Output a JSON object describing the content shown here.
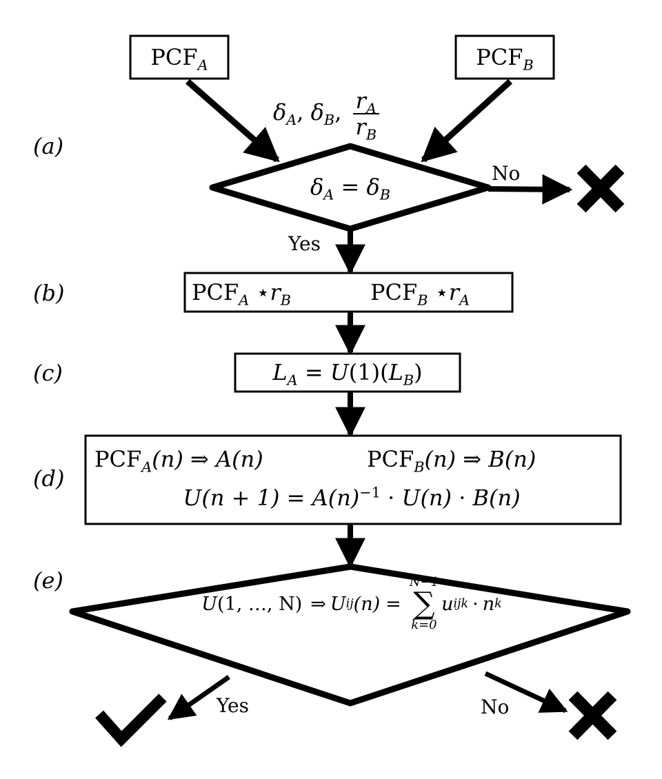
{
  "step_labels": {
    "a": "(a)",
    "b": "(b)",
    "c": "(c)",
    "d": "(d)",
    "e": "(e)"
  },
  "inputs": {
    "pcf_a": {
      "base": "PCF",
      "sub": "A"
    },
    "pcf_b": {
      "base": "PCF",
      "sub": "B"
    }
  },
  "extracted_params": {
    "delta_a": {
      "sym": "δ",
      "sub": "A"
    },
    "delta_b": {
      "sym": "δ",
      "sub": "B"
    },
    "ratio_num": {
      "sym": "r",
      "sub": "A"
    },
    "ratio_den": {
      "sym": "r",
      "sub": "B"
    },
    "sep": ","
  },
  "decision_1": {
    "condition_left": "δ",
    "condition_left_sub": "A",
    "condition_op": "=",
    "condition_right": "δ",
    "condition_right_sub": "B",
    "yes_label": "Yes",
    "no_label": "No"
  },
  "step_b": {
    "left": {
      "base": "PCF",
      "sub": "A",
      "op": "⋆",
      "var": "r",
      "var_sub": "B"
    },
    "right": {
      "base": "PCF",
      "sub": "B",
      "op": "⋆",
      "var": "r",
      "var_sub": "A"
    }
  },
  "step_c": {
    "lhs": "L",
    "lhs_sub": "A",
    "op": "=",
    "rhs_func": "U",
    "rhs_arg": "(1)",
    "rhs_paren_open": "(",
    "rhs_var": "L",
    "rhs_var_sub": "B",
    "rhs_paren_close": ")"
  },
  "step_d": {
    "line1_left": {
      "base": "PCF",
      "sub": "A",
      "arg": "(n)",
      "arrow": "⇒",
      "target": "A",
      "target_arg": "(n)"
    },
    "line1_right": {
      "base": "PCF",
      "sub": "B",
      "arg": "(n)",
      "arrow": "⇒",
      "target": "B",
      "target_arg": "(n)"
    },
    "line2": {
      "lhs": "U",
      "lhs_arg": "(n + 1)",
      "eq": "=",
      "a": "A",
      "a_arg": "(n)",
      "a_exp": "−1",
      "dot1": "·",
      "u": "U",
      "u_arg": "(n)",
      "dot2": "·",
      "b": "B",
      "b_arg": "(n)"
    }
  },
  "decision_2": {
    "lhs": "U",
    "lhs_arg": "(1, …, N)",
    "arrow": "⇒",
    "u": "U",
    "u_sub": "ij",
    "u_arg": "(n)",
    "eq": "=",
    "sum_upper": "N−1",
    "sum_symbol": "∑",
    "sum_lower": "k=0",
    "term": "u",
    "term_sub": "ijk",
    "dot": "·",
    "n": "n",
    "n_exp": "k",
    "yes_label": "Yes",
    "no_label": "No"
  },
  "outcomes": {
    "reject_1": "cross-mark",
    "accept": "check-mark",
    "reject_2": "cross-mark"
  }
}
